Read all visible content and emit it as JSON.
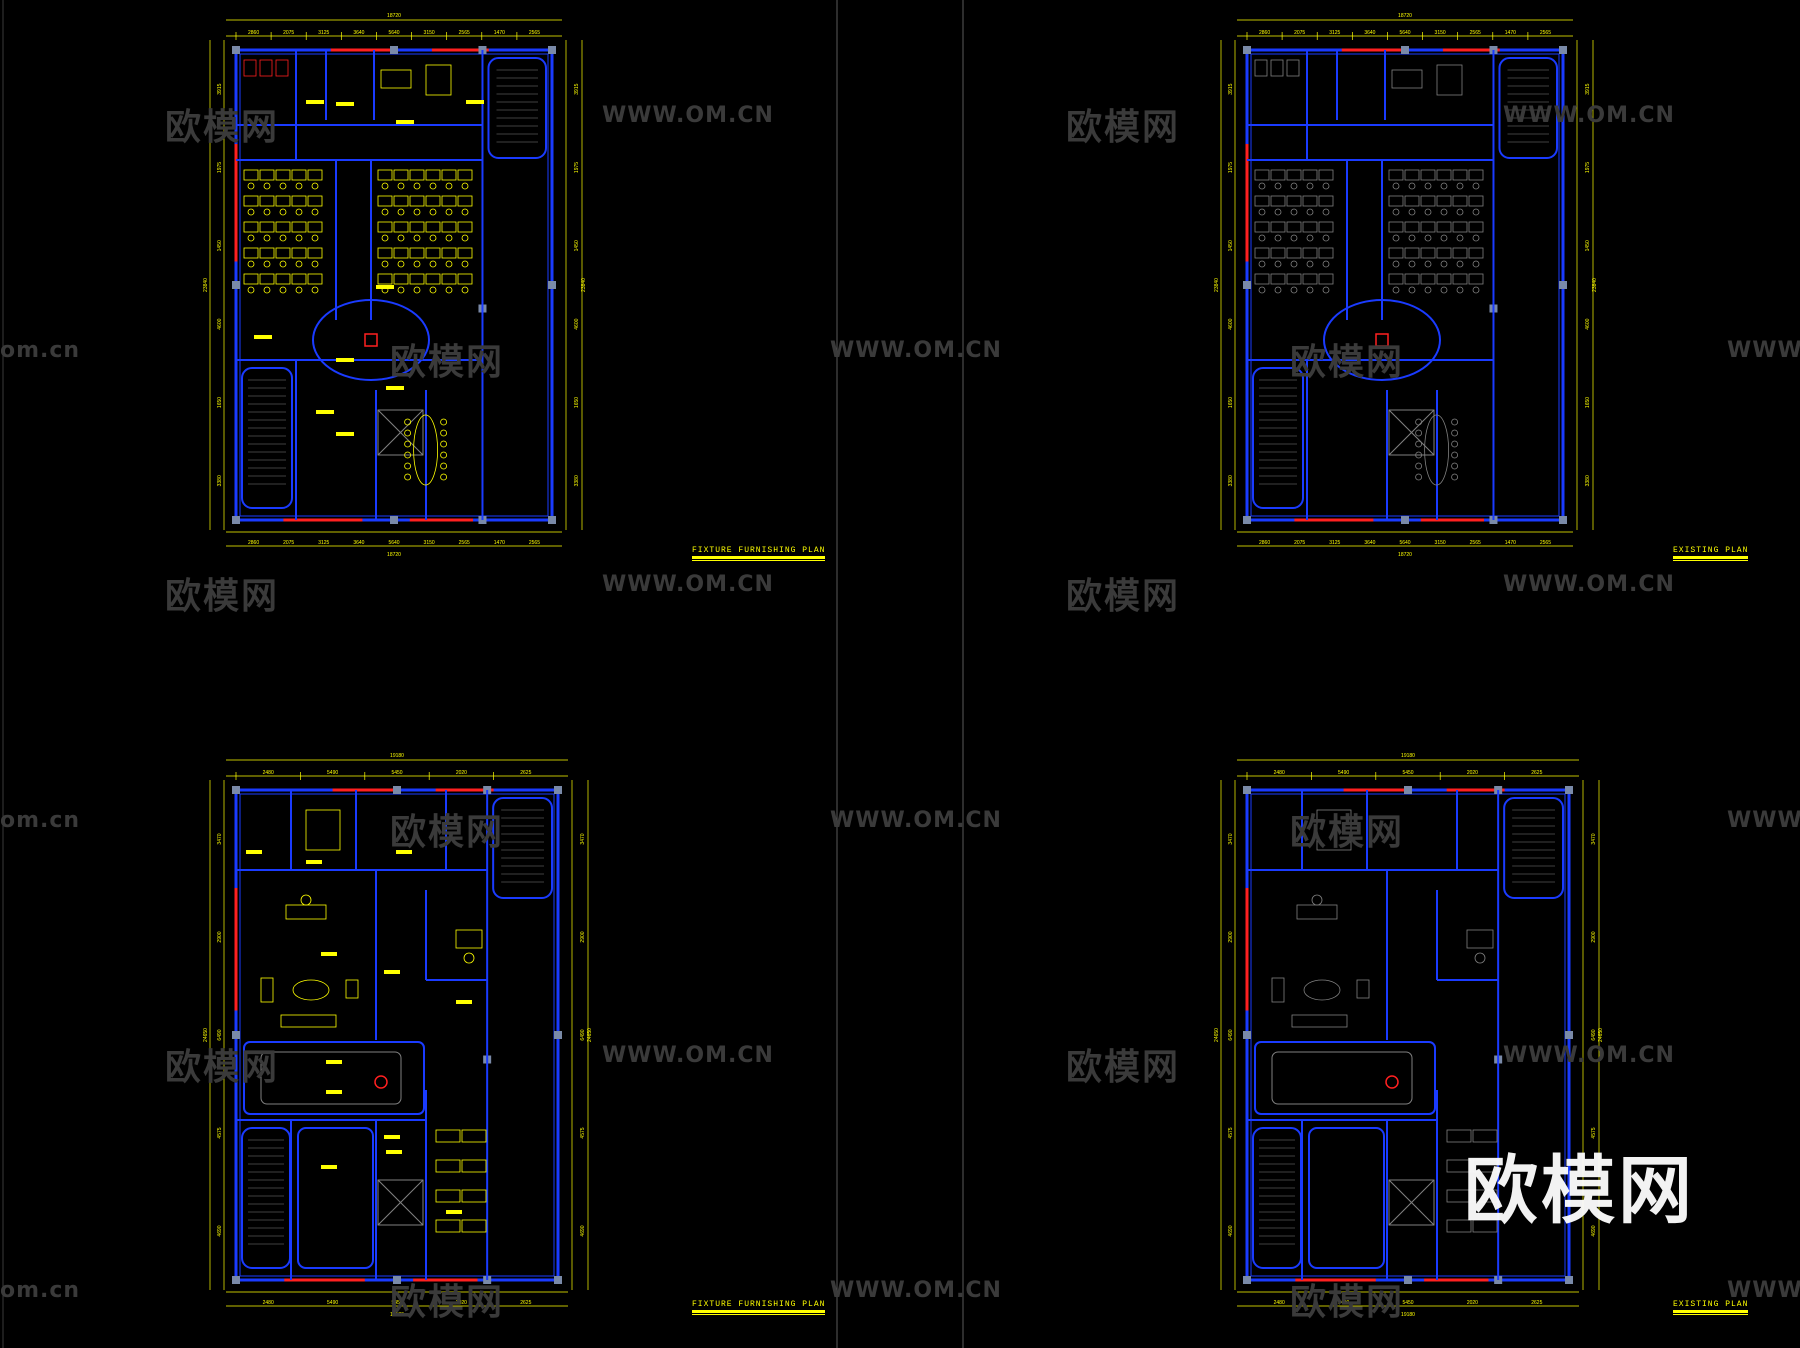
{
  "sheets": [
    {
      "id": "tl",
      "title": "FIXTURE FURNISHING PLAN",
      "top_dims": [
        "2860",
        "2075",
        "3125",
        "3640",
        "5640",
        "3150",
        "2565",
        "1470",
        "2565"
      ],
      "overall_width": "18720",
      "left_dims": [
        "3915",
        "1975",
        "1450",
        "4600",
        "1650",
        "3380"
      ],
      "overall_height": "23840"
    },
    {
      "id": "tr",
      "title": "EXISTING PLAN",
      "top_dims": [
        "2860",
        "2075",
        "3125",
        "3640",
        "5640",
        "3150",
        "2565",
        "1470",
        "2565"
      ],
      "overall_width": "18720",
      "left_dims": [
        "3915",
        "1975",
        "1450",
        "4600",
        "1650",
        "3380"
      ],
      "overall_height": "23840"
    },
    {
      "id": "bl",
      "title": "FIXTURE FURNISHING PLAN",
      "top_dims": [
        "2480",
        "5490",
        "5450",
        "2020",
        "2625"
      ],
      "overall_width": "19180",
      "left_dims": [
        "3470",
        "2900",
        "6490",
        "4575",
        "4690"
      ],
      "overall_height": "24650"
    },
    {
      "id": "br",
      "title": "EXISTING PLAN",
      "top_dims": [
        "2480",
        "5490",
        "5450",
        "2020",
        "2625"
      ],
      "overall_width": "19180",
      "left_dims": [
        "3470",
        "2900",
        "6490",
        "4575",
        "4690"
      ],
      "overall_height": "24650"
    }
  ],
  "watermarks": {
    "brand": "欧模网",
    "url": "www.om.cn",
    "url_caps": "WWW.OM.CN",
    "url_partial": "om.cn",
    "corner_brand": "欧模网"
  },
  "colors": {
    "background": "#000000",
    "wall": "#1a3bff",
    "furniture": "#ffff00",
    "dimension": "#ffff00",
    "accent_red": "#ff2020",
    "column": "#7a8aa8",
    "grey": "#808080"
  }
}
